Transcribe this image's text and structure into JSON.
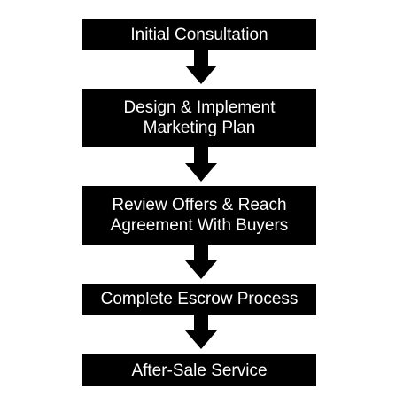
{
  "flowchart": {
    "steps": [
      {
        "label": "Initial Consultation"
      },
      {
        "label": "Design & Implement\nMarketing Plan"
      },
      {
        "label": "Review Offers & Reach\nAgreement With Buyers"
      },
      {
        "label": "Complete Escrow Process"
      },
      {
        "label": "After-Sale Service"
      }
    ]
  },
  "colors": {
    "box_fill": "#000000",
    "box_text": "#ffffff",
    "arrow": "#000000",
    "background": "#ffffff"
  },
  "icons": {
    "connector": "arrow-down-icon"
  }
}
